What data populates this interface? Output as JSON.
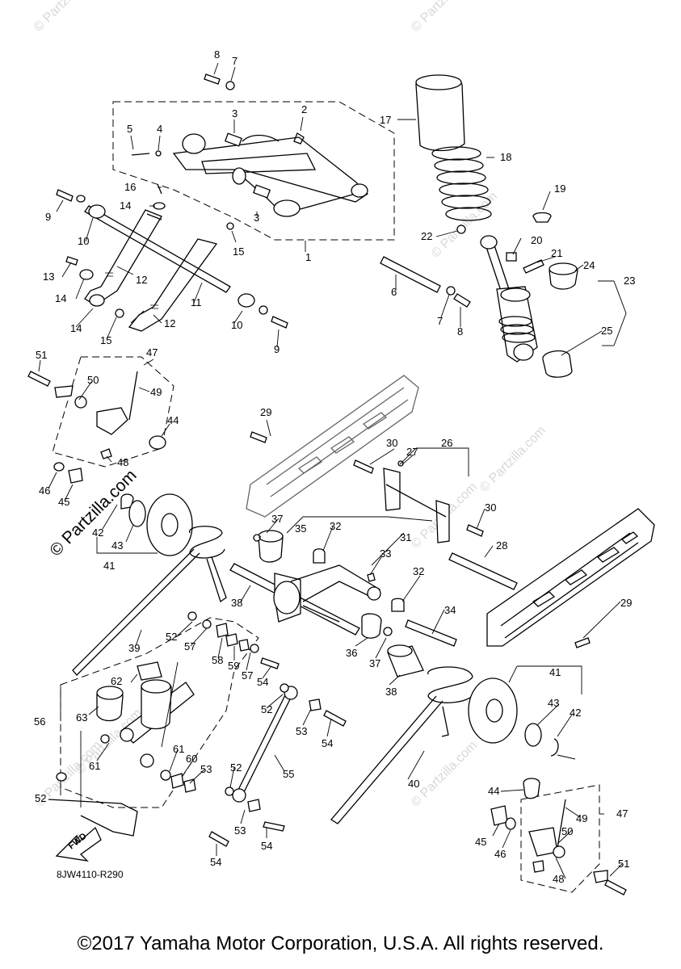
{
  "watermark": {
    "text": "© Partzilla.com"
  },
  "diagram": {
    "code": "8JW4110-R290",
    "fwd_label": "FWD",
    "callouts": [
      "1",
      "2",
      "3",
      "4",
      "5",
      "6",
      "7",
      "8",
      "9",
      "10",
      "11",
      "12",
      "13",
      "14",
      "15",
      "16",
      "17",
      "18",
      "19",
      "20",
      "21",
      "22",
      "23",
      "24",
      "25",
      "26",
      "27",
      "28",
      "29",
      "30",
      "31",
      "32",
      "33",
      "34",
      "35",
      "36",
      "37",
      "38",
      "39",
      "40",
      "41",
      "42",
      "43",
      "44",
      "45",
      "46",
      "47",
      "48",
      "49",
      "50",
      "51",
      "52",
      "53",
      "54",
      "55",
      "56",
      "57",
      "58",
      "59",
      "60",
      "61",
      "62",
      "63"
    ]
  },
  "footer": {
    "copyright": "©2017 Yamaha Motor Corporation, U.S.A. All rights reserved."
  }
}
